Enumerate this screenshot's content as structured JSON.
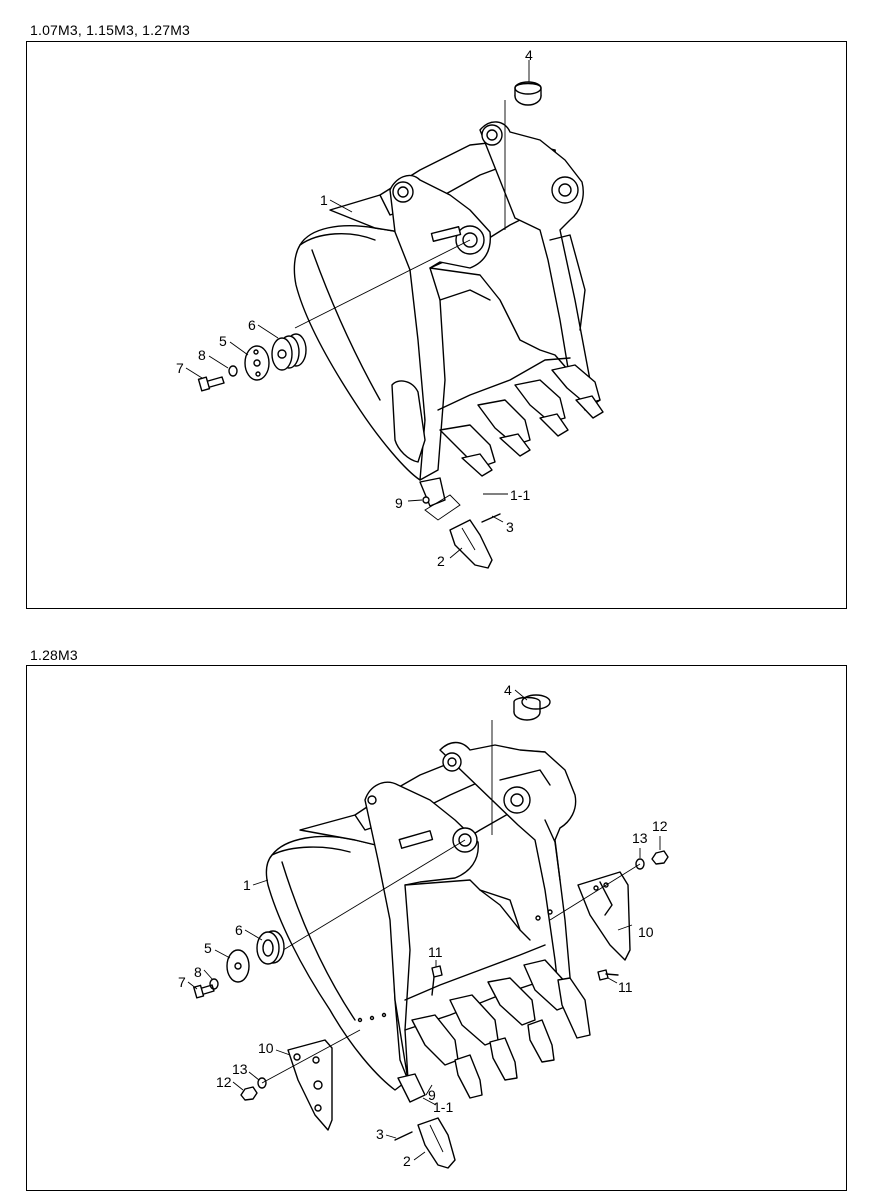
{
  "captions": {
    "top": "1.07M3, 1.15M3, 1.27M3",
    "bottom": "1.28M3"
  },
  "top_labels": {
    "l1": "1",
    "l1_1": "1-1",
    "l2": "2",
    "l3": "3",
    "l4": "4",
    "l5": "5",
    "l6": "6",
    "l7": "7",
    "l8": "8",
    "l9": "9"
  },
  "bottom_labels": {
    "l1": "1",
    "l1_1": "1-1",
    "l2": "2",
    "l3": "3",
    "l4": "4",
    "l5": "5",
    "l6": "6",
    "l7": "7",
    "l8": "8",
    "l9": "9",
    "l10a": "10",
    "l10b": "10",
    "l11a": "11",
    "l11b": "11",
    "l12a": "12",
    "l12b": "12",
    "l13a": "13",
    "l13b": "13"
  }
}
